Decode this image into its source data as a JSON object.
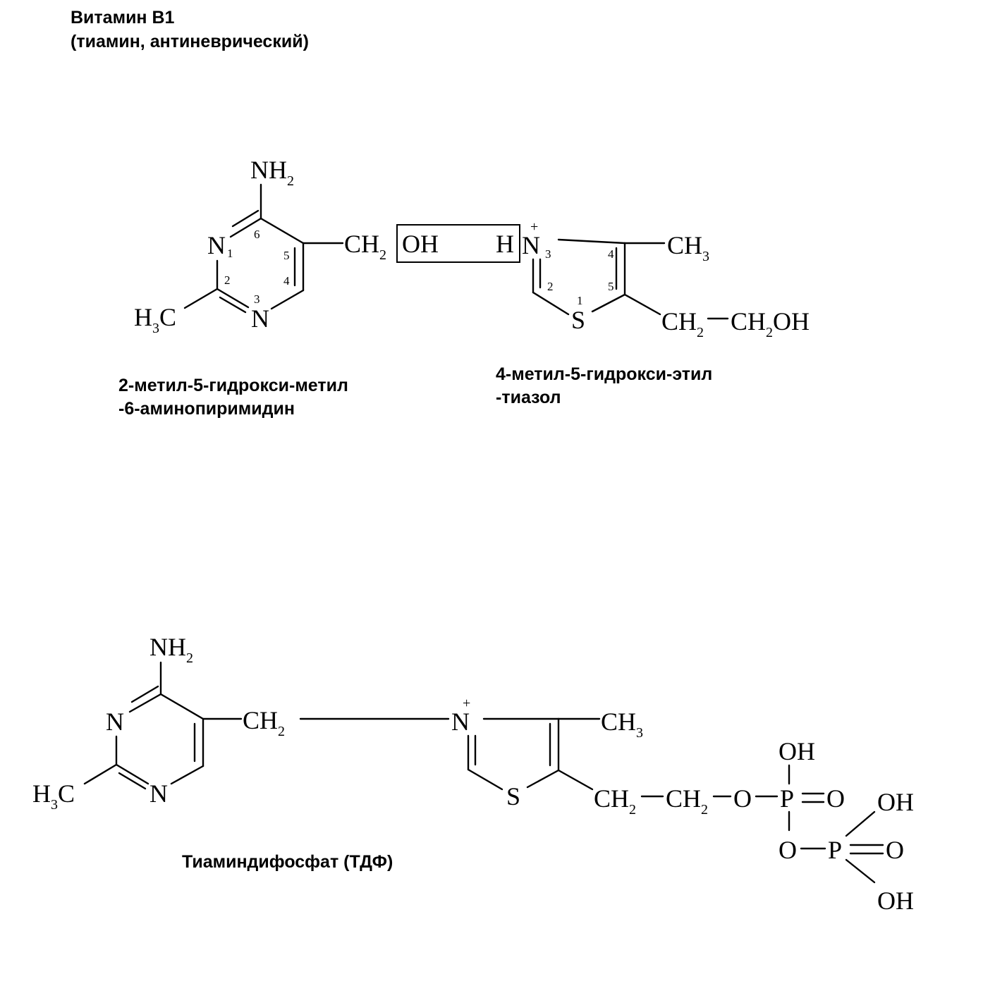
{
  "header": {
    "title": "Витамин В1",
    "subtitle": "(тиамин, антиневрический)"
  },
  "thiamine": {
    "pyrimidine_name_line1": "2-метил-5-гидрокси-метил",
    "pyrimidine_name_line2": "-6-аминопиримидин",
    "thiazole_name_line1": "4-метил-5-гидрокси-этил",
    "thiazole_name_line2": "-тиазол",
    "atoms": {
      "nh2": "NH",
      "sub2": "2",
      "n": "N",
      "h3c_h": "H",
      "sub3": "3",
      "c": "C",
      "ch2": "CH",
      "oh": "OH",
      "h": "H",
      "ch3": "CH",
      "s": "S",
      "plus": "+",
      "ch2oh_tail": "CH",
      "oh_tail": "OH"
    },
    "ring_numbers": {
      "n1": "1",
      "c2": "2",
      "n3": "3",
      "c4": "4",
      "c5": "5",
      "c6": "6",
      "t1": "1",
      "t2": "2",
      "t3": "3",
      "t4": "4",
      "t5": "5"
    }
  },
  "tdp": {
    "name": "Тиаминдифосфат (ТДФ)",
    "atoms": {
      "nh2": "NH",
      "sub2": "2",
      "n": "N",
      "h": "H",
      "sub3": "3",
      "c": "C",
      "ch2": "CH",
      "ch3": "CH",
      "s": "S",
      "plus": "+",
      "o": "O",
      "p": "P",
      "oh": "OH"
    }
  }
}
